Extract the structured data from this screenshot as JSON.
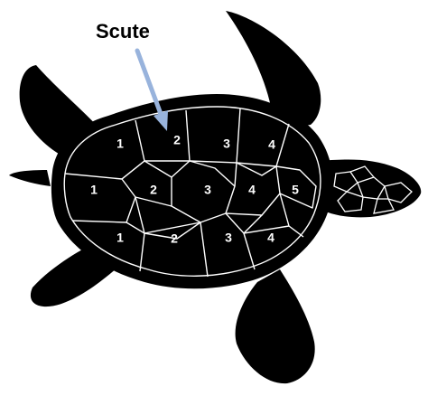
{
  "label": "Scute",
  "colors": {
    "background": "#ffffff",
    "turtle": "#000000",
    "seams": "#ffffff",
    "arrow": "#98b3dc"
  },
  "scute_numbers": {
    "left_row": [
      "1",
      "2",
      "3",
      "4"
    ],
    "center_row": [
      "1",
      "2",
      "3",
      "4",
      "5"
    ],
    "right_row": [
      "1",
      "2",
      "3",
      "4"
    ]
  }
}
